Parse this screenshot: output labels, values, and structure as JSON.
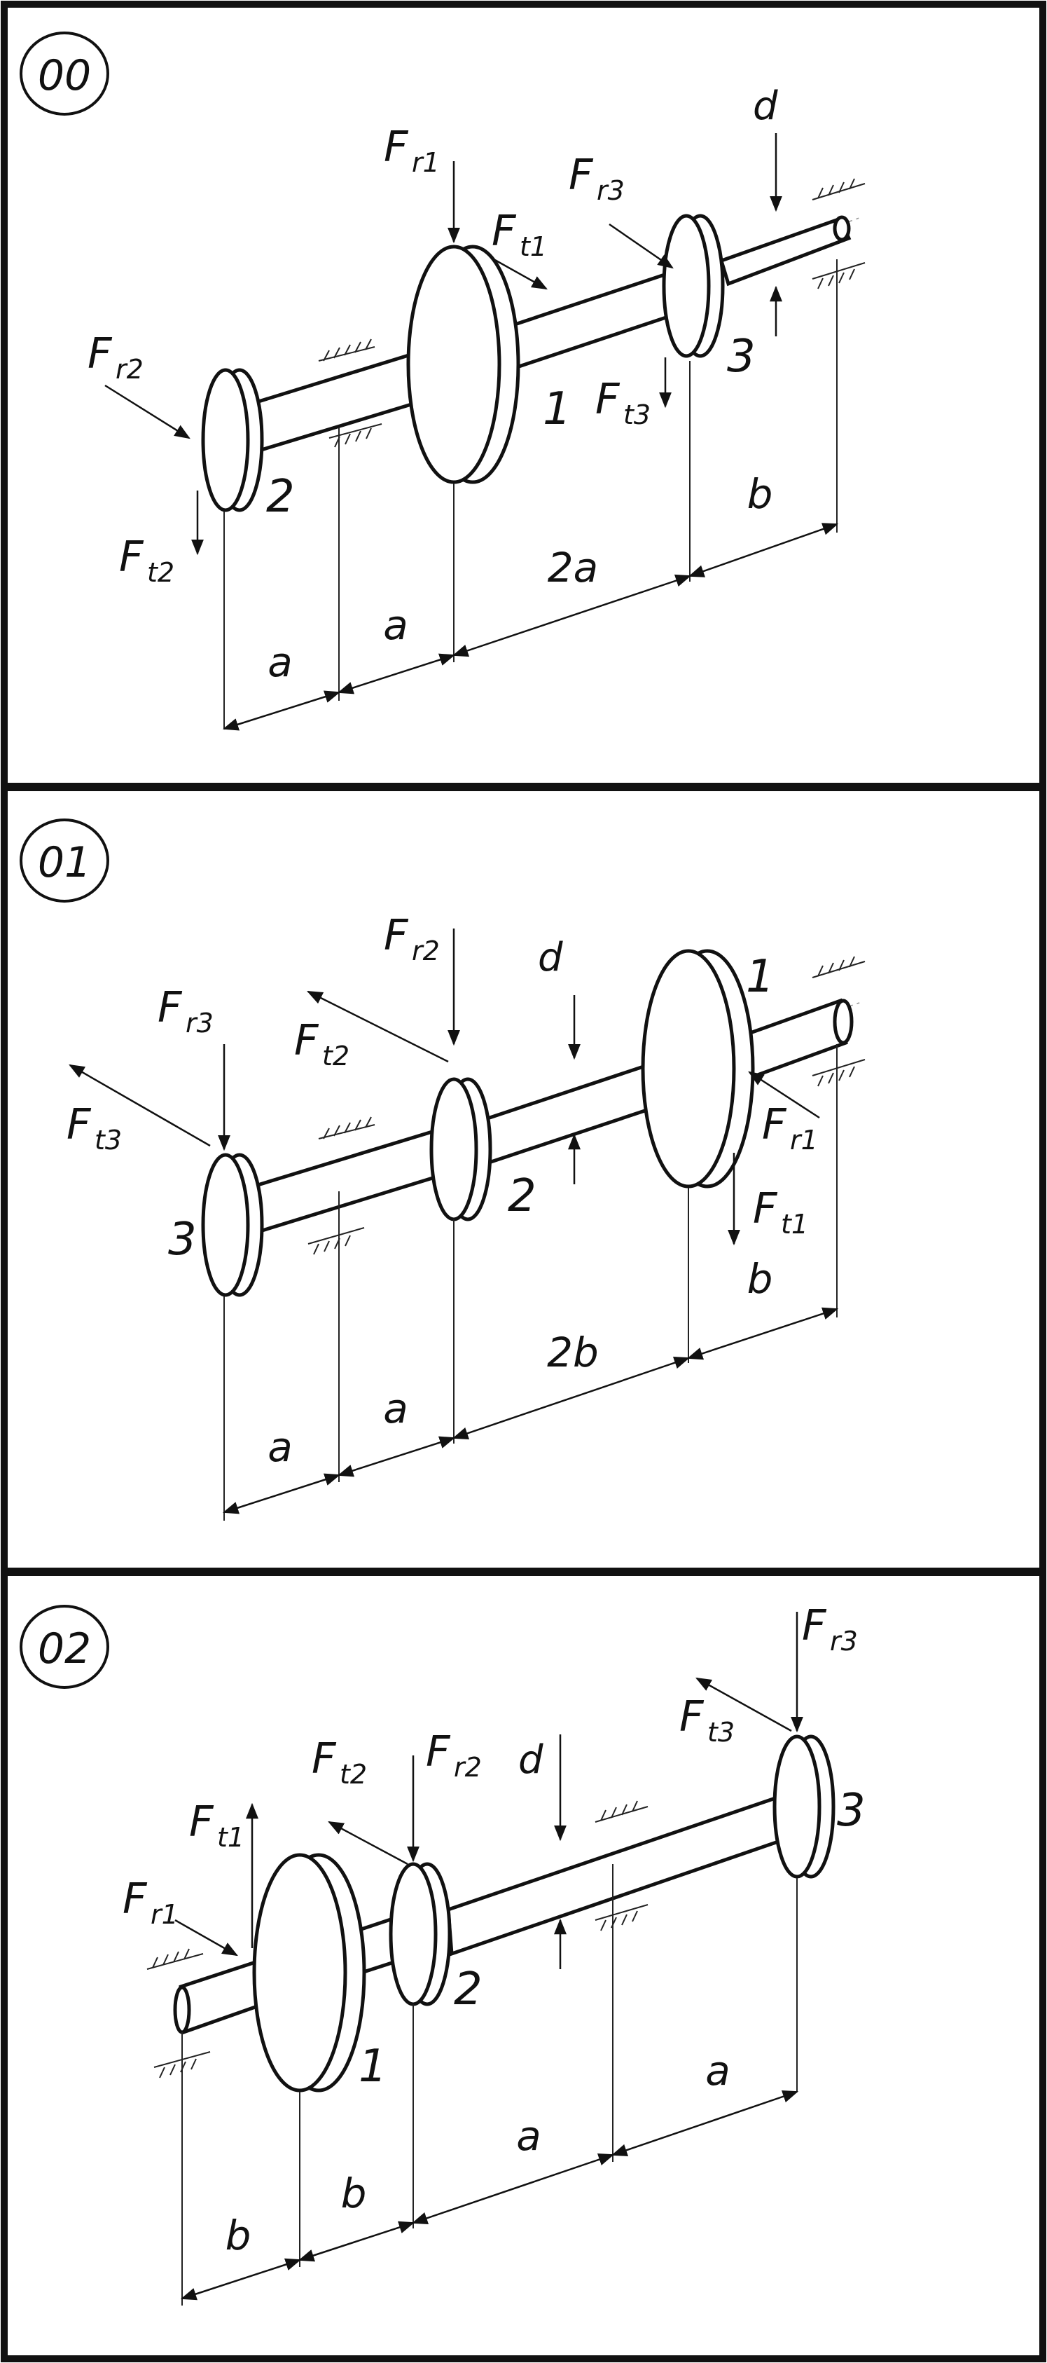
{
  "panels": [
    {
      "id": "00",
      "gears": [
        "1",
        "2",
        "3"
      ],
      "forces": {
        "Fr1": "F",
        "Fr1s": "r1",
        "Ft1": "F",
        "Ft1s": "t1",
        "Fr2": "F",
        "Fr2s": "r2",
        "Ft2": "F",
        "Ft2s": "t2",
        "Fr3": "F",
        "Fr3s": "r3",
        "Ft3": "F",
        "Ft3s": "t3"
      },
      "dims": {
        "d": "d",
        "a1": "a",
        "a2": "a",
        "mid": "2a",
        "end": "b"
      }
    },
    {
      "id": "01",
      "gears": [
        "1",
        "2",
        "3"
      ],
      "forces": {
        "Fr1": "F",
        "Fr1s": "r1",
        "Ft1": "F",
        "Ft1s": "t1",
        "Fr2": "F",
        "Fr2s": "r2",
        "Ft2": "F",
        "Ft2s": "t2",
        "Fr3": "F",
        "Fr3s": "r3",
        "Ft3": "F",
        "Ft3s": "t3"
      },
      "dims": {
        "d": "d",
        "a1": "a",
        "a2": "a",
        "mid": "2b",
        "end": "b"
      }
    },
    {
      "id": "02",
      "gears": [
        "1",
        "2",
        "3"
      ],
      "forces": {
        "Fr1": "F",
        "Fr1s": "r1",
        "Ft1": "F",
        "Ft1s": "t1",
        "Fr2": "F",
        "Fr2s": "r2",
        "Ft2": "F",
        "Ft2s": "t2",
        "Fr3": "F",
        "Fr3s": "r3",
        "Ft3": "F",
        "Ft3s": "t3"
      },
      "dims": {
        "d": "d",
        "b1": "b",
        "b2": "b",
        "a1": "a",
        "a2": "a"
      }
    }
  ]
}
